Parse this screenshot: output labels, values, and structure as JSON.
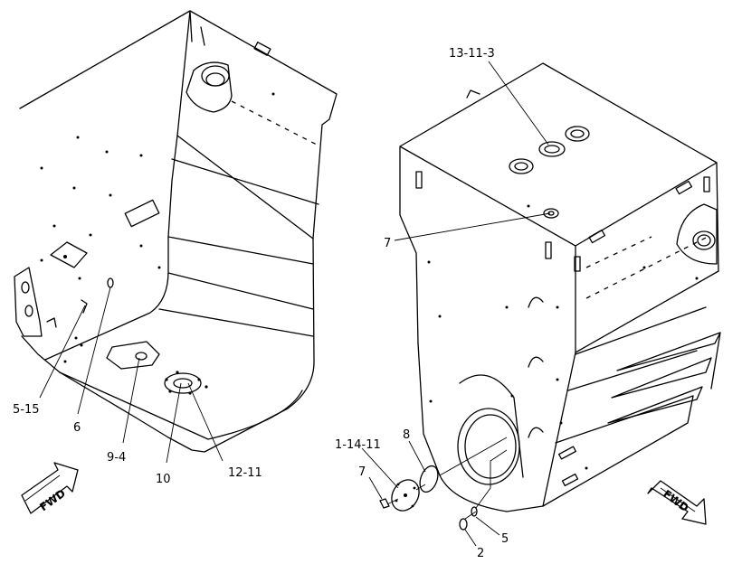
{
  "callouts": {
    "c_5_15": "5-15",
    "c_6": "6",
    "c_9_4": "9-4",
    "c_10": "10",
    "c_12_11": "12-11",
    "c_13_11_3": "13-11-3",
    "c_7_top": "7",
    "c_8": "8",
    "c_1_14_11": "1-14-11",
    "c_7_bottom": "7",
    "c_5": "5",
    "c_2": "2"
  },
  "direction_labels": {
    "left": "FWD",
    "right": "FWD"
  },
  "icons": [
    "fwd-arrow-icon",
    "fwd-arrow-icon"
  ]
}
